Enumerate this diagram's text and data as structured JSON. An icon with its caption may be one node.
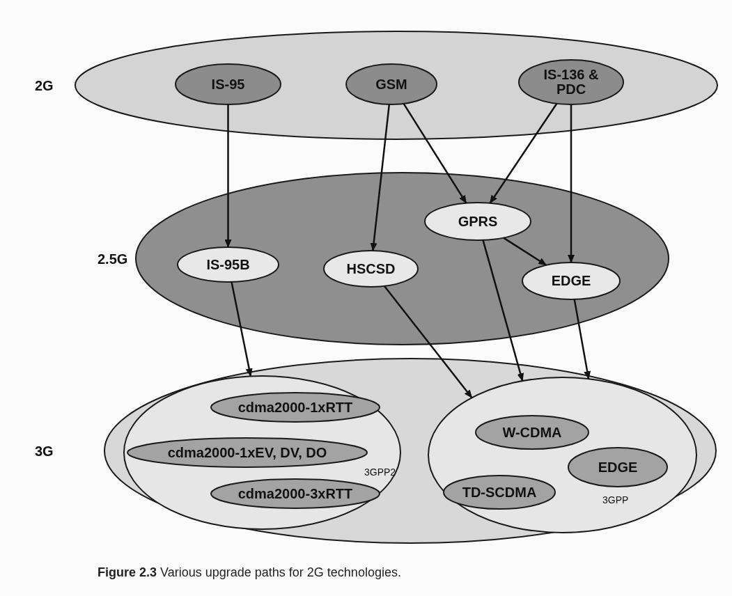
{
  "diagram": {
    "caption": "**Figure 2.3** Various upgrade paths for 2G technologies.",
    "nodes": [
      {
        "text": [
          "2G"
        ]
      },
      {
        "text": [
          "IS-95"
        ],
        "in": 0
      },
      {
        "text": [
          "GSM"
        ],
        "in": 0
      },
      {
        "text": [
          "IS-136 & PDC"
        ],
        "in": 0
      },
      {
        "text": [
          "2.5G"
        ]
      },
      {
        "text": [
          "IS-95B"
        ],
        "in": 4
      },
      {
        "text": [
          "HSCSD"
        ],
        "in": 4
      },
      {
        "text": [
          "GPRS"
        ],
        "in": 4
      },
      {
        "text": [
          "EDGE"
        ],
        "in": 4
      },
      {
        "text": [
          "3G"
        ]
      },
      {
        "text": [
          "3GPP2"
        ],
        "in": 9
      },
      {
        "text": [
          "cdma2000-1xRTT"
        ],
        "in": 10
      },
      {
        "text": [
          "cdma2000-1xEV, DV, DO"
        ],
        "in": 10
      },
      {
        "text": [
          "cdma2000-3xRTT"
        ],
        "in": 10
      },
      {
        "text": [
          "3GPP"
        ],
        "in": 9
      },
      {
        "text": [
          "W-CDMA"
        ],
        "in": 14
      },
      {
        "text": [
          "EDGE"
        ],
        "in": 14
      },
      {
        "text": [
          "TD-SCDMA"
        ],
        "in": 14
      }
    ],
    "edges": [
      {
        "from": 1,
        "to": 5,
        "arrow": "to"
      },
      {
        "from": 2,
        "to": 6,
        "arrow": "to"
      },
      {
        "from": 2,
        "to": 7,
        "arrow": "to"
      },
      {
        "from": 3,
        "to": 7,
        "arrow": "to"
      },
      {
        "from": 3,
        "to": 8,
        "arrow": "to"
      },
      {
        "from": 7,
        "to": 8,
        "arrow": "to"
      },
      {
        "from": 5,
        "to": 10,
        "arrow": "to"
      },
      {
        "from": 6,
        "to": 14,
        "arrow": "to"
      },
      {
        "from": 7,
        "to": 14,
        "arrow": "to"
      },
      {
        "from": 8,
        "to": 14,
        "arrow": "to"
      }
    ]
  }
}
